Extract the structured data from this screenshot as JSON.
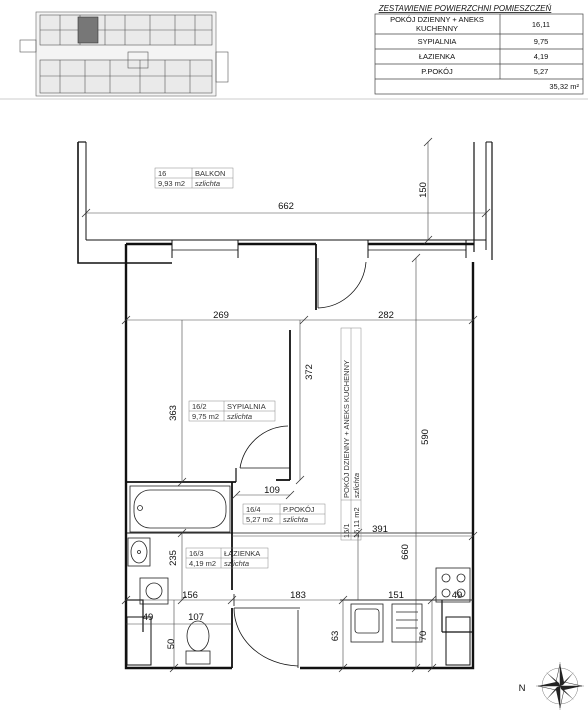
{
  "summary": {
    "title": "ZESTAWIENIE POWIERZCHNI POMIESZCZEŃ",
    "rows": [
      {
        "name_line1": "POKÓJ DZIENNY + ANEKS",
        "name_line2": "KUCHENNY",
        "area": "16,11"
      },
      {
        "name_line1": "SYPIALNIA",
        "name_line2": "",
        "area": "9,75"
      },
      {
        "name_line1": "ŁAZIENKA",
        "name_line2": "",
        "area": "4,19"
      },
      {
        "name_line1": "P.POKÓJ",
        "name_line2": "",
        "area": "5,27"
      }
    ],
    "total": "35,32 m²"
  },
  "rooms": {
    "balcony": {
      "number": "16",
      "name": "BALKON",
      "area": "9,93 m2",
      "finish": "szlichta"
    },
    "bedroom": {
      "number": "16/2",
      "name": "SYPIALNIA",
      "area": "9,75 m2",
      "finish": "szlichta"
    },
    "hall": {
      "number": "16/4",
      "name": "P.POKÓJ",
      "area": "5,27 m2",
      "finish": "szlichta"
    },
    "bathroom": {
      "number": "16/3",
      "name": "ŁAZIENKA",
      "area": "4,19 m2",
      "finish": "szlichta"
    },
    "living": {
      "number": "16/1",
      "name": "POKÓJ DZIENNY + ANEKS KUCHENNY",
      "area": "16,11 m2",
      "finish": "szlichta"
    }
  },
  "dimensions": {
    "balcony_width": "662",
    "balcony_depth": "150",
    "bedroom_width": "269",
    "living_width": "282",
    "bedroom_wall": "372",
    "bedroom_depth": "363",
    "living_depth": "590",
    "hall_width": "109",
    "living_lower_width": "391",
    "kitchen_height": "660",
    "bath_depth": "235",
    "bath_width": "156",
    "hall_lower": "183",
    "kitchen_lower": "151",
    "bath_small_left": "49",
    "bath_small_mid": "107",
    "kitchen_small_right": "49",
    "bath_small_bottom": "50",
    "hall_small_bottom": "63",
    "kitchen_small_bottom": "70"
  },
  "compass": {
    "label": "N"
  }
}
